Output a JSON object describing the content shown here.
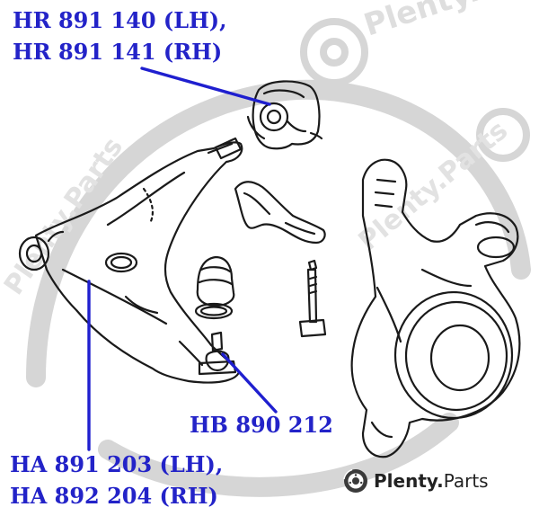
{
  "labels": {
    "top_bushing": {
      "line1": "HR 891 140 (LH),",
      "line2": "HR 891 141 (RH)"
    },
    "ball_joint": {
      "line1": "HB 890 212"
    },
    "control_arm": {
      "line1": "HA 891 203 (LH),",
      "line2": "HA 892 204 (RH)"
    }
  },
  "branding": {
    "name": "Plenty",
    "dot": ".",
    "suffix": "Parts",
    "watermark": "Plenty.Parts"
  },
  "colors": {
    "label": "#2323c8",
    "leader": "#1f1fcf",
    "drawing": "#1a1a1a",
    "watermark": "#d4d4d4"
  },
  "icons": {
    "logo": "brake-disc-icon"
  }
}
